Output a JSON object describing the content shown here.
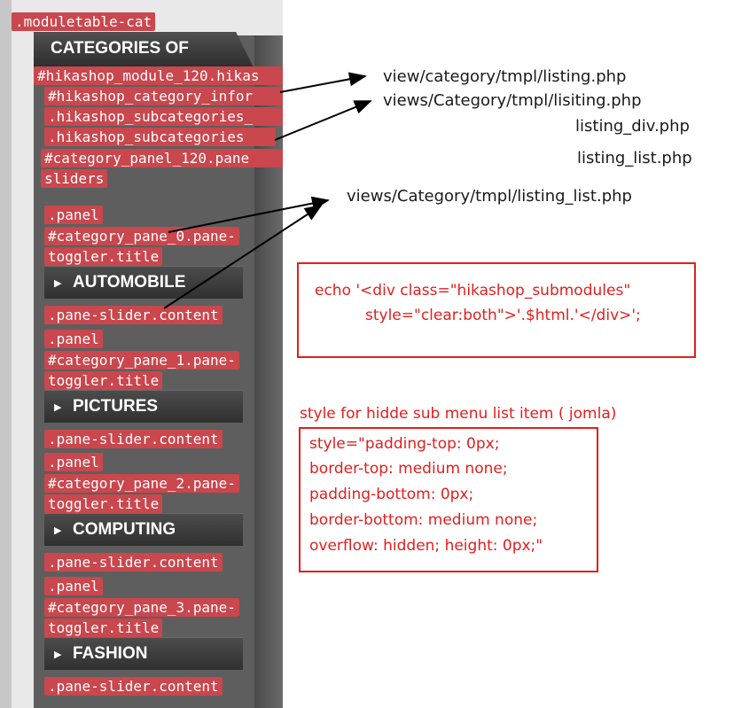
{
  "module": {
    "root_class": ".moduletable-cat",
    "title": "CATEGORIES OF"
  },
  "selectors": {
    "module_id": "#hikashop_module_120.hikas",
    "category_info": "#hikashop_category_infor",
    "subcategories_1": ".hikashop_subcategories_",
    "subcategories_2": ".hikashop_subcategories",
    "category_panel_line1": "#category_panel_120.pane",
    "category_panel_line2": "sliders"
  },
  "categories": [
    {
      "label": "AUTOMOBILE",
      "panel": ".panel",
      "toggler_1": "#category_pane_0.pane-",
      "toggler_2": "toggler.title",
      "content": ".pane-slider.content"
    },
    {
      "label": "PICTURES",
      "panel": ".panel",
      "toggler_1": "#category_pane_1.pane-",
      "toggler_2": "toggler.title",
      "content": ".pane-slider.content"
    },
    {
      "label": "COMPUTING",
      "panel": ".panel",
      "toggler_1": "#category_pane_2.pane-",
      "toggler_2": "toggler.title",
      "content": ".pane-slider.content"
    },
    {
      "label": "FASHION",
      "panel": ".panel",
      "toggler_1": "#category_pane_3.pane-",
      "toggler_2": "toggler.title",
      "content": ".pane-slider.content"
    }
  ],
  "annotations": {
    "path_1": "view/category/tmpl/listing.php",
    "path_2": "views/Category/tmpl/lisiting.php",
    "path_3": "listing_div.php",
    "path_4": "listing_list.php",
    "path_5": "views/Category/tmpl/listing_list.php"
  },
  "echo_box": {
    "line_1": "echo '<div class=\"hikashop_submodules\"",
    "line_2": "style=\"clear:both\">'.$html.'</div>';"
  },
  "style_note": {
    "heading": "style for hidde sub menu list item ( jomla)",
    "lines": [
      "style=\"padding-top: 0px;",
      "border-top: medium none;",
      "padding-bottom: 0px;",
      "border-bottom: medium none;",
      "overflow: hidden; height: 0px;\""
    ]
  },
  "colors": {
    "tag_bg": "#c9474d",
    "annotation_red": "#e0201e",
    "module_bg": "#5e5e5e"
  }
}
